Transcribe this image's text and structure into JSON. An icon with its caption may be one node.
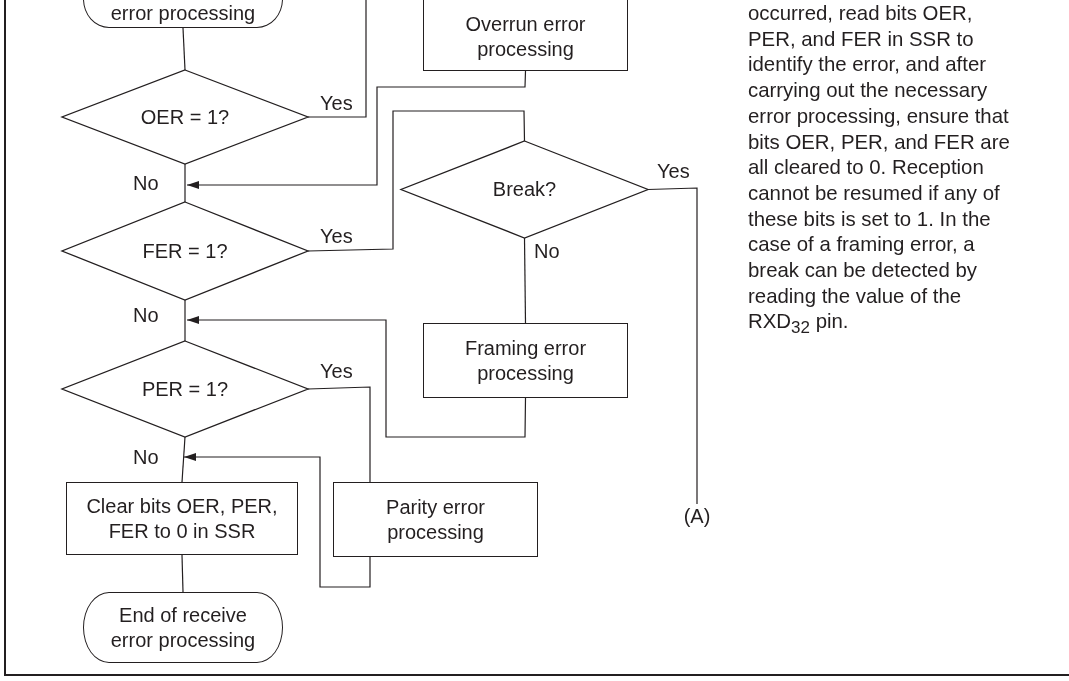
{
  "diagram": {
    "nodes": [
      {
        "text": [
          "error processing"
        ]
      },
      {
        "text": [
          "OER = 1?"
        ]
      },
      {
        "text": [
          "Overrun error processing"
        ]
      },
      {
        "text": [
          "FER = 1?"
        ]
      },
      {
        "text": [
          "Break?"
        ]
      },
      {
        "text": [
          "Framing error processing"
        ]
      },
      {
        "text": [
          "PER = 1?"
        ]
      },
      {
        "text": [
          "Parity error processing"
        ]
      },
      {
        "text": [
          "Clear bits OER, PER, FER to 0 in SSR"
        ]
      },
      {
        "text": [
          "End of receive error processing"
        ]
      },
      {
        "text": [
          "(A)"
        ]
      }
    ],
    "edges": [
      {
        "from": 0,
        "to": 1,
        "arrow": "none"
      },
      {
        "from": 1,
        "to": 2,
        "arrow": "none",
        "label": "Yes"
      },
      {
        "from": 1,
        "to": 3,
        "arrow": "none",
        "label": "No"
      },
      {
        "from": 2,
        "to": 3,
        "arrow": "to"
      },
      {
        "from": 3,
        "to": 4,
        "arrow": "none",
        "label": "Yes"
      },
      {
        "from": 3,
        "to": 6,
        "arrow": "none",
        "label": "No"
      },
      {
        "from": 4,
        "to": 10,
        "arrow": "none",
        "label": "Yes"
      },
      {
        "from": 4,
        "to": 5,
        "arrow": "none",
        "label": "No"
      },
      {
        "from": 5,
        "to": 6,
        "arrow": "to"
      },
      {
        "from": 6,
        "to": 7,
        "arrow": "none",
        "label": "Yes"
      },
      {
        "from": 6,
        "to": 8,
        "arrow": "none",
        "label": "No"
      },
      {
        "from": 7,
        "to": 8,
        "arrow": "to"
      },
      {
        "from": 8,
        "to": 9,
        "arrow": "none"
      }
    ],
    "labels": [
      "occurred, read bits OER, PER, and FER in SSR to identify the error, and after carrying out the necessary error processing, ensure that bits OER, PER, and FER are all cleared to 0. Reception cannot be resumed if any of these bits is set to 1. In the case of a framing error, a break can be detected by reading the value of the RXD$_{32}$ pin."
    ]
  }
}
